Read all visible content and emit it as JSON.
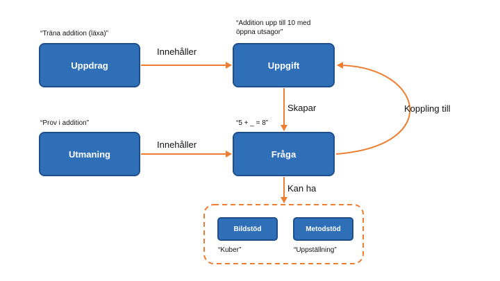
{
  "colors": {
    "box_fill": "#2f6fb8",
    "box_border": "#1f4f8a",
    "arrow": "#ed7d31",
    "group_border": "#ed7d31"
  },
  "nodes": {
    "uppdrag": {
      "label": "Uppdrag",
      "caption": "“Träna addition (läxa)”"
    },
    "uppgift": {
      "label": "Uppgift",
      "caption_line1": "“Addition upp till 10 med",
      "caption_line2": "öppna utsagor”"
    },
    "utmaning": {
      "label": "Utmaning",
      "caption": "“Prov i addition”"
    },
    "fraga": {
      "label": "Fråga",
      "caption": "“5 + _ = 8”"
    },
    "bildstod": {
      "label": "Bildstöd",
      "caption": "“Kuber”"
    },
    "metodstod": {
      "label": "Metodstöd",
      "caption": "“Uppställning”"
    }
  },
  "edges": {
    "uppdrag_uppgift": "Innehåller",
    "utmaning_fraga": "Innehåller",
    "uppgift_fraga": "Skapar",
    "fraga_uppgift": "Koppling till",
    "fraga_group": "Kan ha"
  }
}
